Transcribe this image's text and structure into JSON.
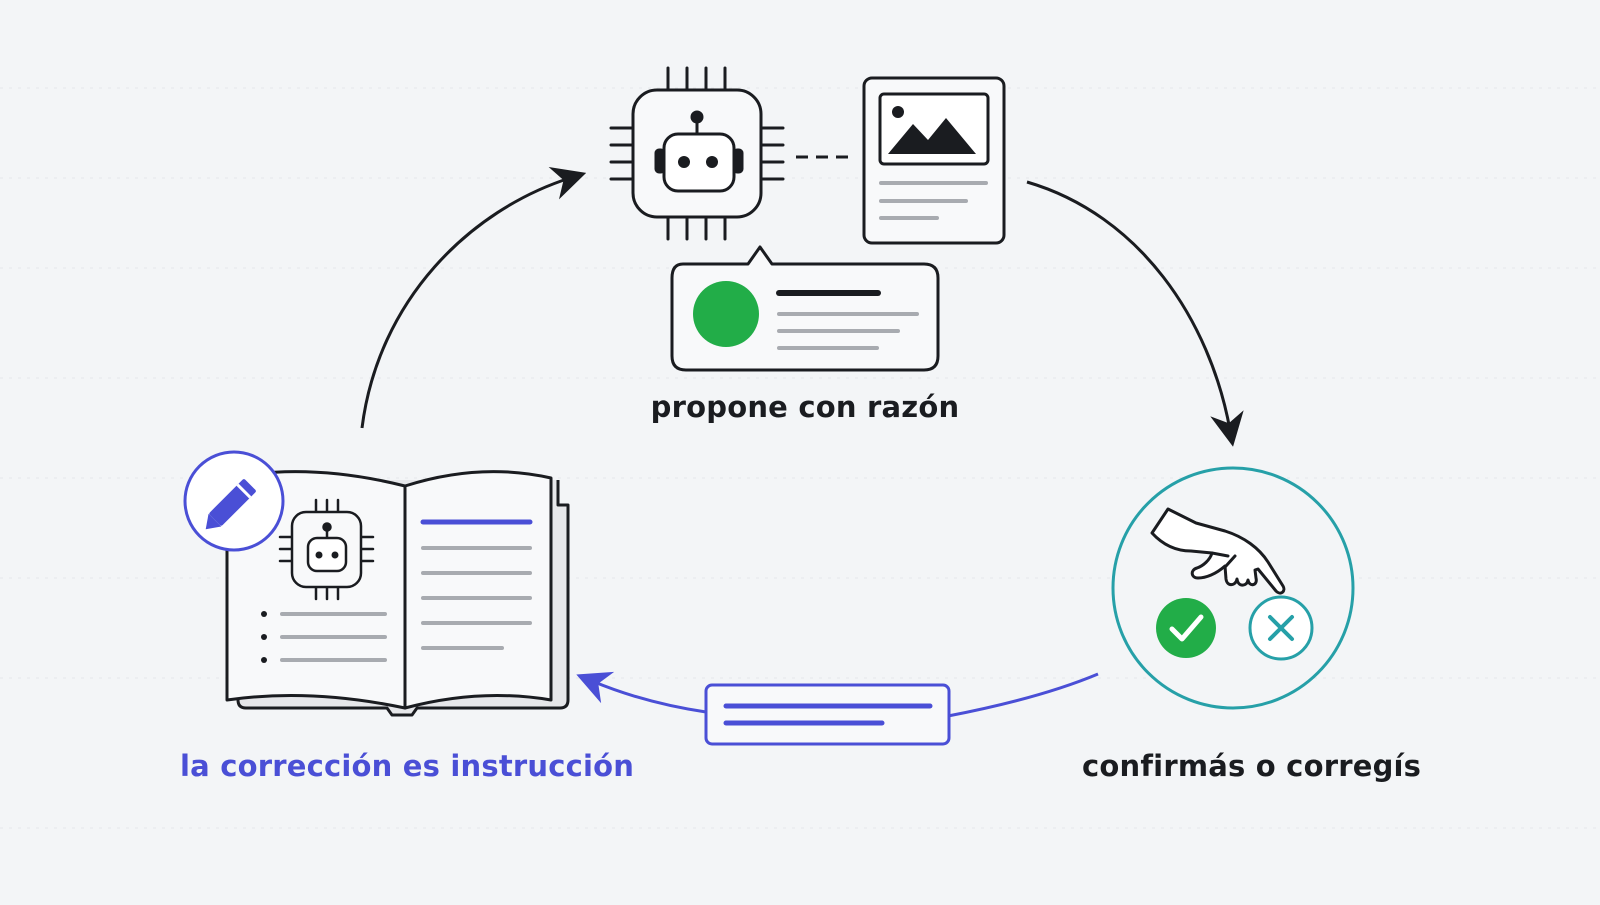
{
  "steps": [
    {
      "id": "propose",
      "label": "propone con razón"
    },
    {
      "id": "confirm",
      "label": "confirmás o corregís"
    },
    {
      "id": "correction",
      "label": "la corrección es instrucción"
    }
  ],
  "icons": {
    "model": "robot-chip-icon",
    "document": "image-document-icon",
    "suggestion": "suggestion-card-icon",
    "decision": "hand-pointer-icon",
    "approve": "check-icon",
    "reject": "x-icon",
    "instruction": "instruction-card-icon",
    "manual": "open-book-icon",
    "edit": "pencil-icon"
  },
  "colors": {
    "ink": "#1a1c20",
    "accent": "#4a4fd6",
    "approve": "#22ad48",
    "decision_ring": "#26a0a8",
    "text_line": "#a8abb0",
    "background": "#f3f5f7"
  }
}
